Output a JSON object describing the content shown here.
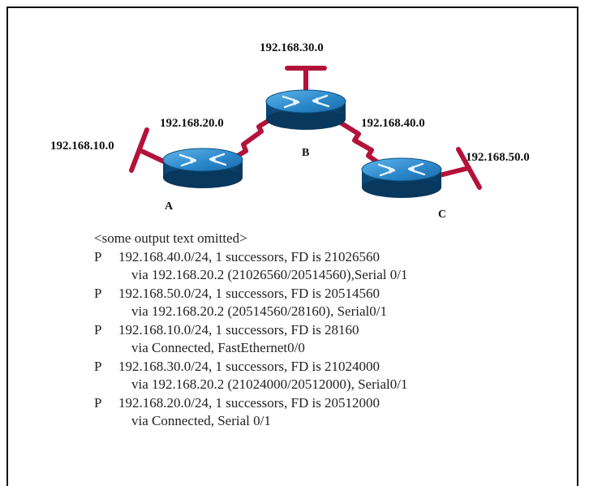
{
  "diagram": {
    "routers": [
      {
        "id": "A",
        "label": "A"
      },
      {
        "id": "B",
        "label": "B"
      },
      {
        "id": "C",
        "label": "C"
      }
    ],
    "networks": [
      {
        "id": "net10",
        "label": "192.168.10.0"
      },
      {
        "id": "net20",
        "label": "192.168.20.0"
      },
      {
        "id": "net30",
        "label": "192.168.30.0"
      },
      {
        "id": "net40",
        "label": "192.168.40.0"
      },
      {
        "id": "net50",
        "label": "192.168.50.0"
      }
    ],
    "colors": {
      "link": "#b3123a",
      "router_top": "#2f8fd0",
      "router_side": "#0b4f7e",
      "border": "#111111"
    }
  },
  "output": {
    "omitted": "<some output text omitted>",
    "entries": [
      {
        "code": "P",
        "route": "192.168.40.0/24, 1 successors, FD is 21026560",
        "via": "via 192.168.20.2 (21026560/20514560),Serial 0/1"
      },
      {
        "code": "P",
        "route": "192.168.50.0/24, 1 successors, FD is 20514560",
        "via": "via 192.168.20.2 (20514560/28160), Serial0/1"
      },
      {
        "code": "P",
        "route": "192.168.10.0/24, 1 successors, FD is 28160",
        "via": "via Connected, FastEthernet0/0"
      },
      {
        "code": "P",
        "route": "192.168.30.0/24, 1 successors, FD is 21024000",
        "via": "via 192.168.20.2 (21024000/20512000), Serial0/1"
      },
      {
        "code": "P",
        "route": "192.168.20.0/24, 1 successors, FD is 20512000",
        "via": "via Connected, Serial 0/1"
      }
    ]
  }
}
